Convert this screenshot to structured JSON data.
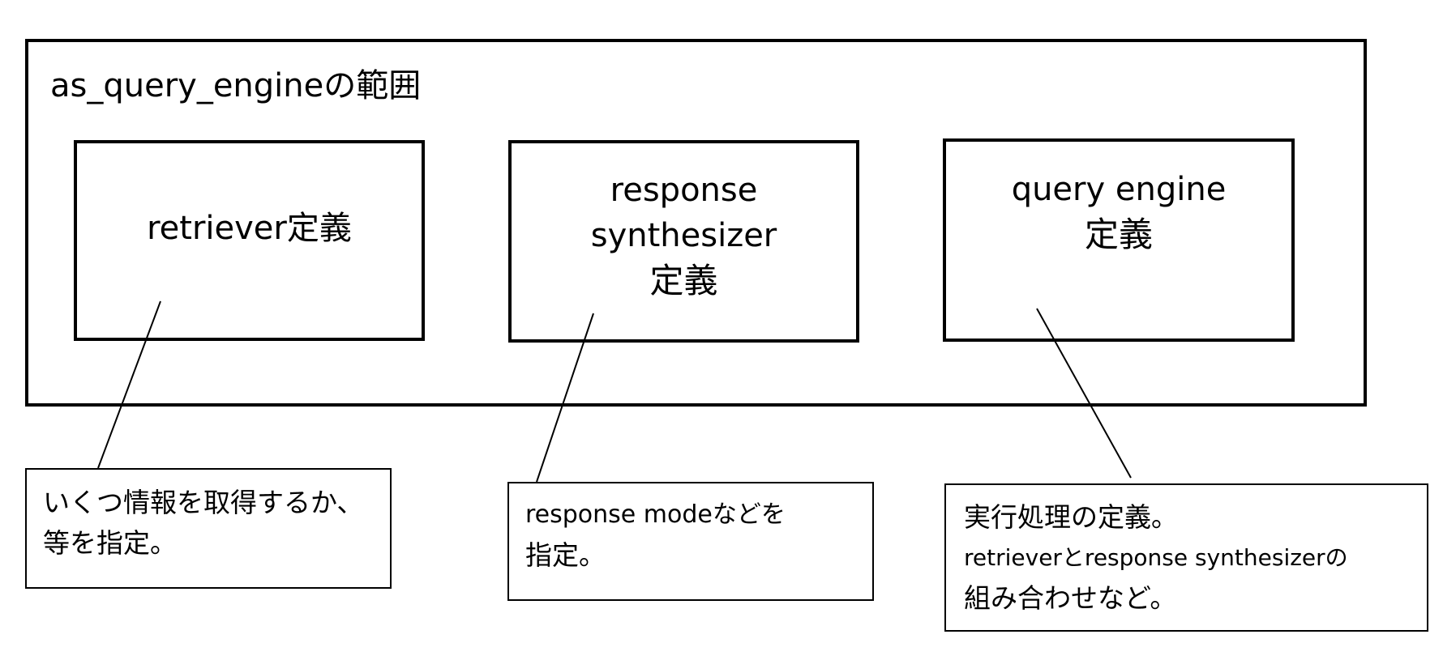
{
  "scope": {
    "title": "as_query_engineの範囲"
  },
  "components": {
    "retriever": {
      "label": "retriever定義"
    },
    "synthesizer": {
      "line1": "response",
      "line2": "synthesizer",
      "line3": "定義"
    },
    "engine": {
      "line1": "query engine",
      "line2": "定義"
    }
  },
  "notes": {
    "retriever": {
      "line1": "いくつ情報を取得するか、",
      "line2": "等を指定。"
    },
    "synthesizer": {
      "line1": "response modeなどを",
      "line2": "指定。"
    },
    "engine": {
      "line1": "実行処理の定義。",
      "line2": "retrieverとresponse synthesizerの",
      "line3": "組み合わせなど。"
    }
  }
}
